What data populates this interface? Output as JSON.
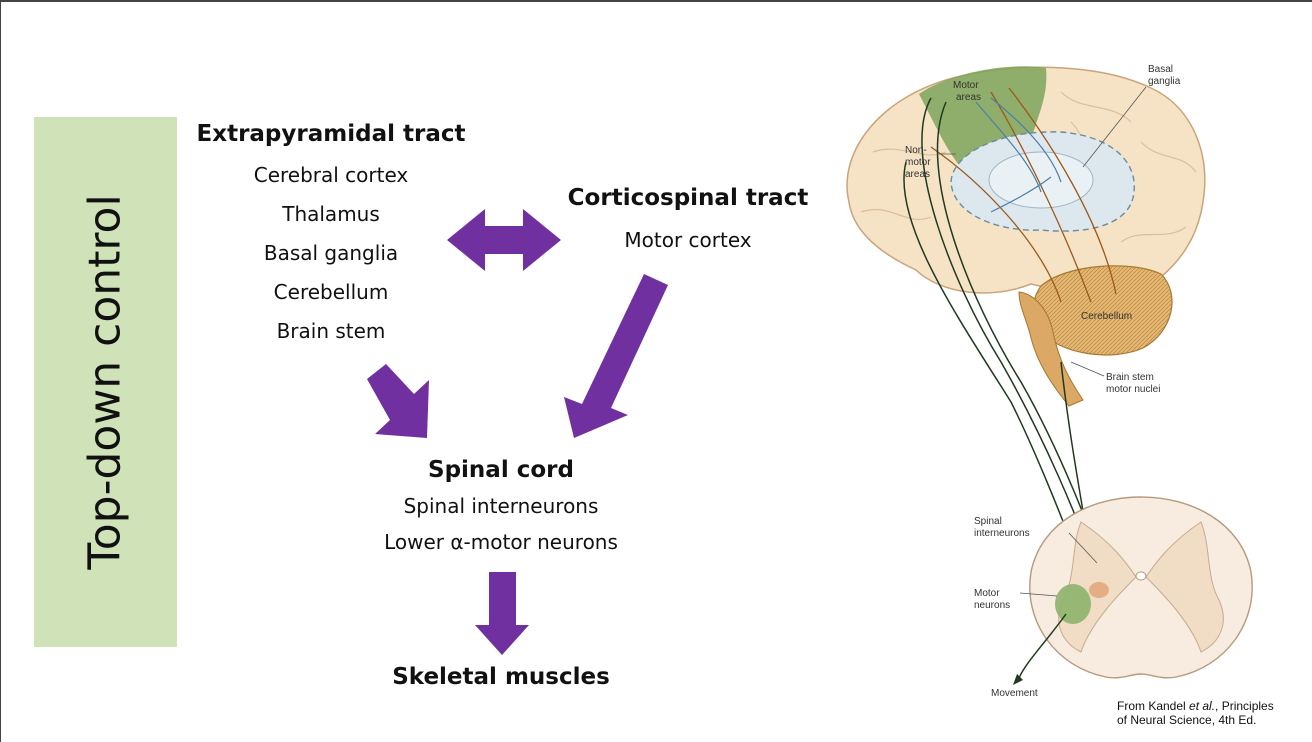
{
  "sidebar": {
    "label": "Top-down control",
    "color": "#cfe2b8"
  },
  "extrapyramidal": {
    "title": "Extrapyramidal tract",
    "items": [
      "Cerebral cortex",
      "Thalamus",
      "Basal ganglia",
      "Cerebellum",
      "Brain stem"
    ]
  },
  "corticospinal": {
    "title": "Corticospinal tract",
    "items": [
      "Motor cortex"
    ]
  },
  "spinal": {
    "title": "Spinal cord",
    "items": [
      "Spinal interneurons",
      "Lower α-motor neurons"
    ]
  },
  "muscles": {
    "title": "Skeletal muscles"
  },
  "arrow_color": "#7030a0",
  "figure": {
    "labels": {
      "motor_areas": [
        "Motor",
        "areas"
      ],
      "basal_ganglia": [
        "Basal",
        "ganglia"
      ],
      "nonmotor_areas": [
        "Non-",
        "motor",
        "areas"
      ],
      "cerebellum": "Cerebellum",
      "brainstem_nuclei": [
        "Brain stem",
        "motor nuclei"
      ],
      "spinal_interneurons": [
        "Spinal",
        "interneurons"
      ],
      "motor_neurons": [
        "Motor",
        "neurons"
      ],
      "movement": "Movement"
    },
    "citation": {
      "prefix": "From Kandel ",
      "italic": "et al.",
      "suffix": ", Principles",
      "line2": "of Neural Science, 4th Ed."
    }
  }
}
